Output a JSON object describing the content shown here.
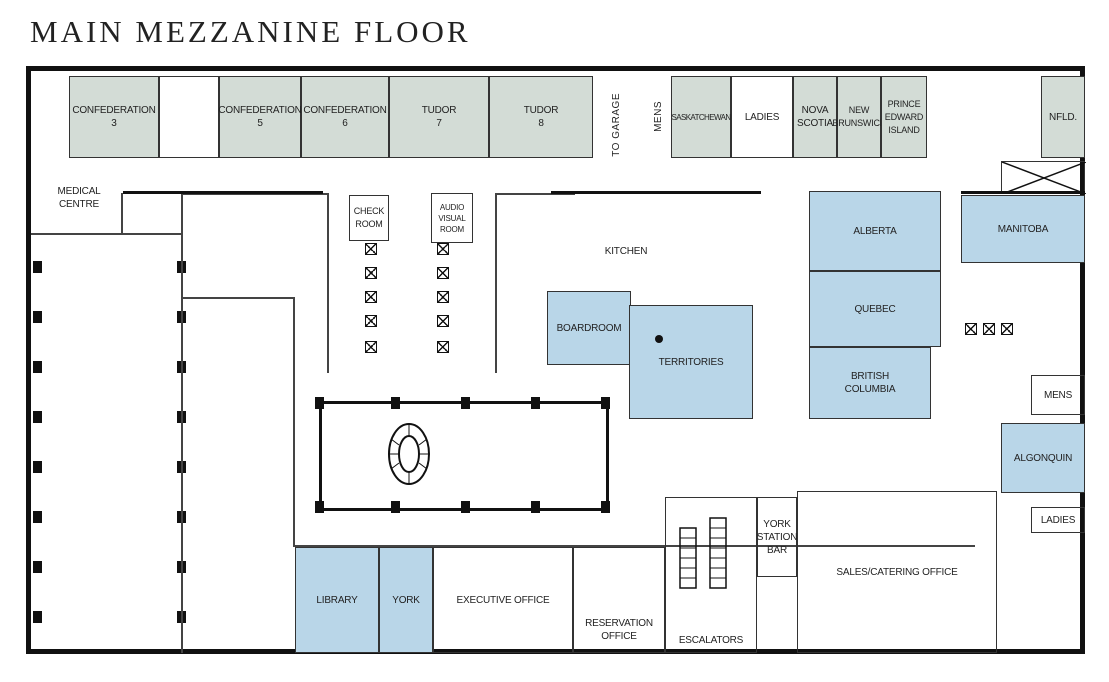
{
  "title": "MAIN MEZZANINE FLOOR",
  "rooms": {
    "confederation3": "CONFEDERATION\n3",
    "confederation5": "CONFEDERATION\n5",
    "confederation6": "CONFEDERATION\n6",
    "tudor7": "TUDOR\n7",
    "tudor8": "TUDOR\n8",
    "to_garage": "TO GARAGE",
    "mens_top": "MENS",
    "saskatchewan": "SASKATCHEWAN",
    "ladies_top": "LADIES",
    "nova_scotia": "NOVA\nSCOTIA",
    "new_brunswick": "NEW\nBRUNSWICK",
    "prince_edward_island": "PRINCE\nEDWARD\nISLAND",
    "nfld": "NFLD.",
    "medical_centre": "MEDICAL\nCENTRE",
    "check_room": "CHECK\nROOM",
    "audio_visual_room": "AUDIO\nVISUAL\nROOM",
    "kitchen": "KITCHEN",
    "alberta": "ALBERTA",
    "manitoba": "MANITOBA",
    "quebec": "QUEBEC",
    "boardroom": "BOARDROOM",
    "territories": "TERRITORIES",
    "british_columbia": "BRITISH\nCOLUMBIA",
    "mens_right": "MENS",
    "algonquin": "ALGONQUIN",
    "ladies_right": "LADIES",
    "york_station_bar": "YORK\nSTATION\nBAR",
    "sales_catering_office": "SALES/CATERING OFFICE",
    "library": "LIBRARY",
    "york": "YORK",
    "executive_office": "EXECUTIVE OFFICE",
    "reservation_office": "RESERVATION\nOFFICE",
    "escalators": "ESCALATORS"
  },
  "colors": {
    "meeting_room_grey": "#d3dcd6",
    "meeting_room_blue": "#b9d6e8",
    "walls": "#111111"
  }
}
